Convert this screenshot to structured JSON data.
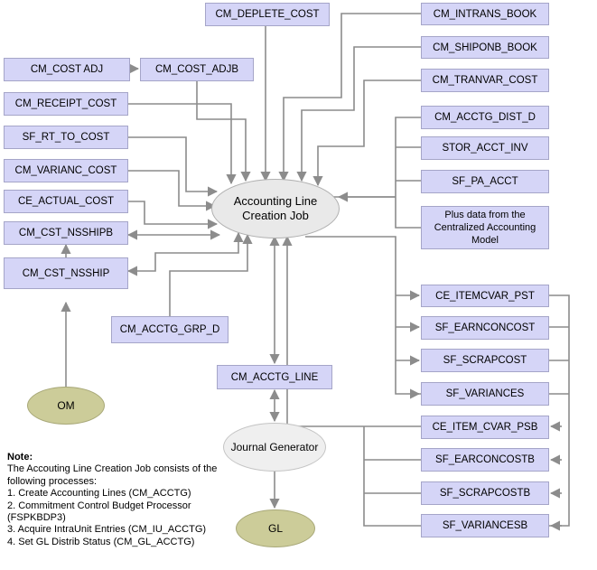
{
  "nodes": {
    "cm_deplete_cost": "CM_DEPLETE_COST",
    "cm_intrans_book": "CM_INTRANS_BOOK",
    "cm_shiponb_book": "CM_SHIPONB_BOOK",
    "cm_tranvar_cost": "CM_TRANVAR_COST",
    "cm_cost_adj": "CM_COST ADJ",
    "cm_cost_adjb": "CM_COST_ADJB",
    "cm_receipt_cost": "CM_RECEIPT_COST",
    "sf_rt_to_cost": "SF_RT_TO_COST",
    "cm_varianc_cost": "CM_VARIANC_COST",
    "ce_actual_cost": "CE_ACTUAL_COST",
    "cm_cst_nsshipb": "CM_CST_NSSHIPB",
    "cm_cst_nsship": "CM_CST_NSSHIP",
    "cm_acctg_grp_d": "CM_ACCTG_GRP_D",
    "cm_acctg_dist_d": "CM_ACCTG_DIST_D",
    "stor_acct_inv": "STOR_ACCT_INV",
    "sf_pa_acct": "SF_PA_ACCT",
    "centralized": "Plus data from the Centralized Accounting Model",
    "ce_itemcvar_pst": "CE_ITEMCVAR_PST",
    "sf_earnconcost": "SF_EARNCONCOST",
    "sf_scrapcost": "SF_SCRAPCOST",
    "sf_variances": "SF_VARIANCES",
    "ce_item_cvar_psb": "CE_ITEM_CVAR_PSB",
    "sf_earconcostb": "SF_EARCONCOSTB",
    "sf_scrapcostb": "SF_SCRAPCOSTB",
    "sf_variancesb": "SF_VARIANCESB",
    "cm_acctg_line": "CM_ACCTG_LINE",
    "job": "Accounting Line Creation Job",
    "journal_generator": "Journal Generator",
    "om": "OM",
    "gl": "GL"
  },
  "note": {
    "title": "Note:",
    "intro": "The Accouting Line Creation Job consists of the following processes:",
    "steps": [
      "1.  Create Accounting Lines (CM_ACCTG)",
      "2.  Commitment Control Budget Processor (FSPKBDP3)",
      "3.  Acquire IntraUnit Entries (CM_IU_ACCTG)",
      "4.  Set GL Distrib Status (CM_GL_ACCTG)"
    ]
  },
  "colors": {
    "box_fill": "#d5d5f7",
    "connector": "#8c8c8c",
    "olive": "#cccc99"
  }
}
